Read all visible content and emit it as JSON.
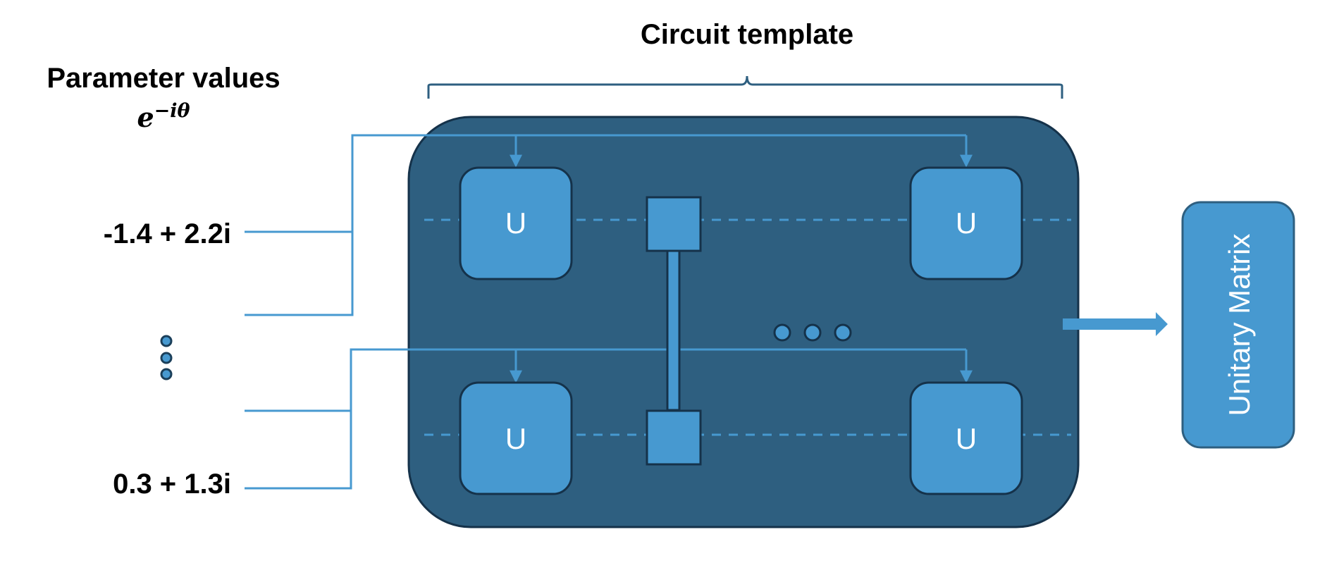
{
  "title": "Circuit template",
  "parameters": {
    "heading": "Parameter values",
    "formula_base": "e",
    "formula_exponent": "−iθ",
    "values": [
      "-1.4 + 2.2i",
      "0.3 + 1.3i"
    ]
  },
  "gates": {
    "label": "U",
    "count": 4
  },
  "output": {
    "label": "Unitary Matrix"
  },
  "colors": {
    "template_fill": "#2e5f80",
    "template_border": "#15324a",
    "gate_fill": "#4799d0",
    "wire": "#4799d0",
    "dot_fill": "#4799d0",
    "dot_border": "#1b3f5a",
    "brace": "#2e5f80"
  },
  "icons": {
    "vertical-ellipsis": "vertical-ellipsis-icon",
    "horizontal-ellipsis": "horizontal-ellipsis-icon",
    "output-arrow": "right-arrow-icon"
  }
}
